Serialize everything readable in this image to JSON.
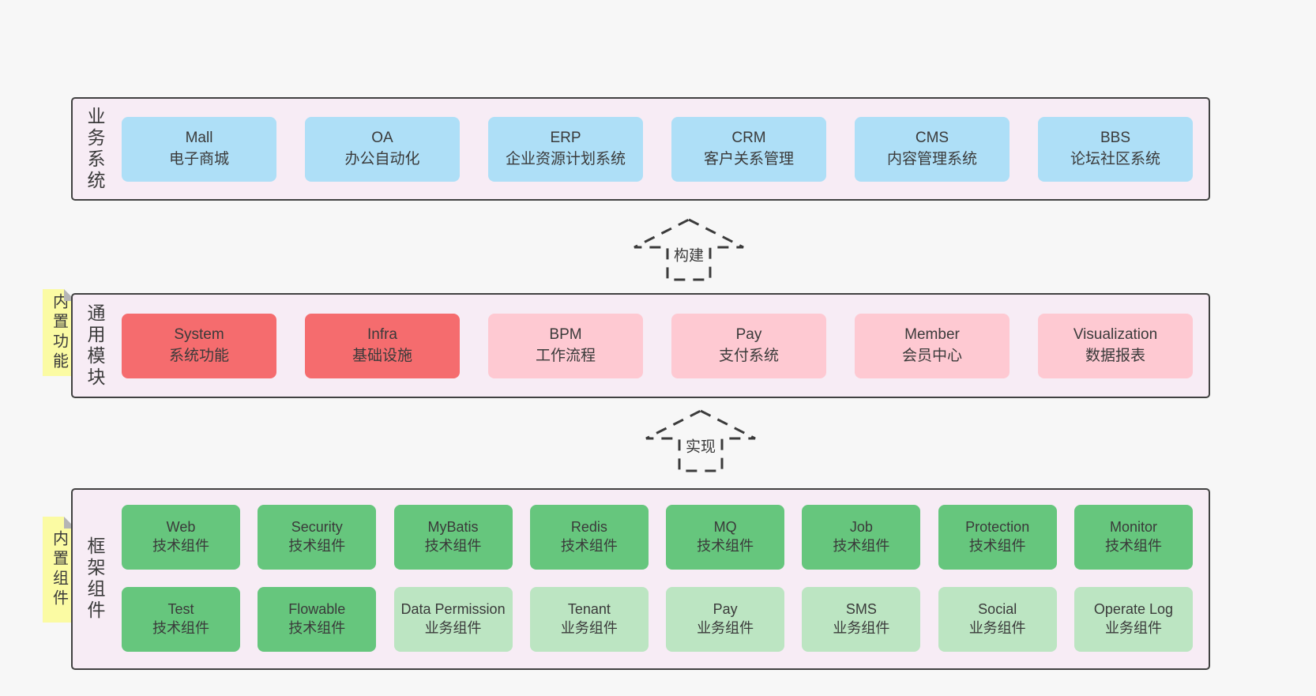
{
  "colors": {
    "page_bg": "#F7F7F7",
    "section_bg": "#F7ECF5",
    "section_border": "#414141",
    "blue_box": "#AEDFF7",
    "red_box": "#F56C6E",
    "pink_box": "#FEC9D2",
    "green_dark_box": "#66C67D",
    "green_light_box": "#BCE5C2",
    "sticky_yellow": "#FBFBA3",
    "sticky_fold_gray": "#B5B5B5",
    "text": "#3A3A3A"
  },
  "arrows": {
    "build_label": "构建",
    "implement_label": "实现"
  },
  "business": {
    "label": "业务系统",
    "items": [
      {
        "name": "Mall",
        "desc": "电子商城"
      },
      {
        "name": "OA",
        "desc": "办公自动化"
      },
      {
        "name": "ERP",
        "desc": "企业资源计划系统"
      },
      {
        "name": "CRM",
        "desc": "客户关系管理"
      },
      {
        "name": "CMS",
        "desc": "内容管理系统"
      },
      {
        "name": "BBS",
        "desc": "论坛社区系统"
      }
    ]
  },
  "modules": {
    "label": "通用模块",
    "sticky": "内置功能",
    "items": [
      {
        "name": "System",
        "desc": "系统功能",
        "variant": "red"
      },
      {
        "name": "Infra",
        "desc": "基础设施",
        "variant": "red"
      },
      {
        "name": "BPM",
        "desc": "工作流程",
        "variant": "pink"
      },
      {
        "name": "Pay",
        "desc": "支付系统",
        "variant": "pink"
      },
      {
        "name": "Member",
        "desc": "会员中心",
        "variant": "pink"
      },
      {
        "name": "Visualization",
        "desc": "数据报表",
        "variant": "pink"
      }
    ]
  },
  "components": {
    "label": "框架组件",
    "sticky": "内置组件",
    "row1": [
      {
        "name": "Web",
        "desc": "技术组件",
        "variant": "green-dark"
      },
      {
        "name": "Security",
        "desc": "技术组件",
        "variant": "green-dark"
      },
      {
        "name": "MyBatis",
        "desc": "技术组件",
        "variant": "green-dark"
      },
      {
        "name": "Redis",
        "desc": "技术组件",
        "variant": "green-dark"
      },
      {
        "name": "MQ",
        "desc": "技术组件",
        "variant": "green-dark"
      },
      {
        "name": "Job",
        "desc": "技术组件",
        "variant": "green-dark"
      },
      {
        "name": "Protection",
        "desc": "技术组件",
        "variant": "green-dark"
      },
      {
        "name": "Monitor",
        "desc": "技术组件",
        "variant": "green-dark"
      }
    ],
    "row2": [
      {
        "name": "Test",
        "desc": "技术组件",
        "variant": "green-dark"
      },
      {
        "name": "Flowable",
        "desc": "技术组件",
        "variant": "green-dark"
      },
      {
        "name": "Data Permission",
        "desc": "业务组件",
        "variant": "green-light"
      },
      {
        "name": "Tenant",
        "desc": "业务组件",
        "variant": "green-light"
      },
      {
        "name": "Pay",
        "desc": "业务组件",
        "variant": "green-light"
      },
      {
        "name": "SMS",
        "desc": "业务组件",
        "variant": "green-light"
      },
      {
        "name": "Social",
        "desc": "业务组件",
        "variant": "green-light"
      },
      {
        "name": "Operate Log",
        "desc": "业务组件",
        "variant": "green-light"
      }
    ]
  }
}
